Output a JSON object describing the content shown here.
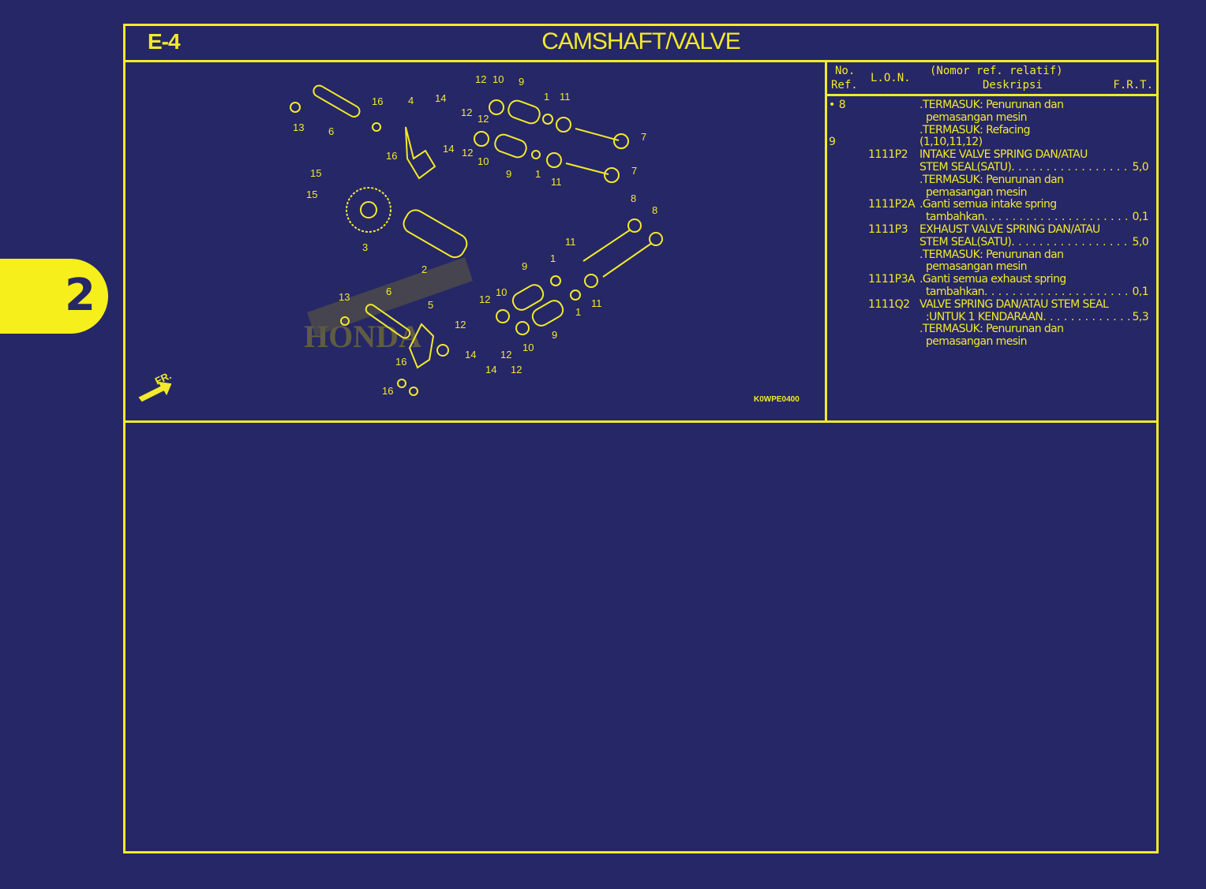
{
  "header": {
    "code": "E-4",
    "title": "CAMSHAFT/VALVE"
  },
  "side_tab": {
    "label": "2"
  },
  "table": {
    "headers": {
      "ref_line1": "No.",
      "ref_line2": "Ref.",
      "lon": "L.O.N.",
      "desc_line1": "(Nomor ref. relatif)",
      "desc_line2": "Deskripsi",
      "frt": "F.R.T."
    },
    "rows": [
      {
        "ref": "• 8",
        "lon": "",
        "desc": ".TERMASUK: Penurunan dan",
        "frt": ""
      },
      {
        "ref": "",
        "lon": "",
        "desc": "pemasangan mesin",
        "frt": "",
        "indent": true
      },
      {
        "ref": "",
        "lon": "",
        "desc": ".TERMASUK: Refacing",
        "frt": ""
      },
      {
        "ref": "9",
        "lon": "",
        "desc": "(1,10,11,12)",
        "frt": ""
      },
      {
        "ref": "",
        "lon": "1111P2",
        "desc": "INTAKE VALVE SPRING DAN/ATAU",
        "frt": ""
      },
      {
        "ref": "",
        "lon": "",
        "desc": "STEM SEAL(SATU)",
        "frt": "5,0"
      },
      {
        "ref": "",
        "lon": "",
        "desc": ".TERMASUK: Penurunan dan",
        "frt": ""
      },
      {
        "ref": "",
        "lon": "",
        "desc": "pemasangan mesin",
        "frt": "",
        "indent": true
      },
      {
        "ref": "",
        "lon": "1111P2A",
        "desc": ".Ganti semua intake spring",
        "frt": ""
      },
      {
        "ref": "",
        "lon": "",
        "desc": "tambahkan",
        "frt": "0,1",
        "indent": true
      },
      {
        "ref": "",
        "lon": "1111P3",
        "desc": "EXHAUST VALVE SPRING DAN/ATAU",
        "frt": ""
      },
      {
        "ref": "",
        "lon": "",
        "desc": "STEM SEAL(SATU)",
        "frt": "5,0"
      },
      {
        "ref": "",
        "lon": "",
        "desc": ".TERMASUK: Penurunan dan",
        "frt": ""
      },
      {
        "ref": "",
        "lon": "",
        "desc": "pemasangan mesin",
        "frt": "",
        "indent": true
      },
      {
        "ref": "",
        "lon": "1111P3A",
        "desc": ".Ganti semua exhaust spring",
        "frt": ""
      },
      {
        "ref": "",
        "lon": "",
        "desc": "tambahkan",
        "frt": "0,1",
        "indent": true
      },
      {
        "ref": "",
        "lon": "1111Q2",
        "desc": "VALVE SPRING DAN/ATAU STEM SEAL",
        "frt": ""
      },
      {
        "ref": "",
        "lon": "",
        "desc": ":UNTUK 1 KENDARAAN",
        "frt": "5,3",
        "indent": true
      },
      {
        "ref": "",
        "lon": "",
        "desc": ".TERMASUK: Penurunan dan",
        "frt": ""
      },
      {
        "ref": "",
        "lon": "",
        "desc": "pemasangan mesin",
        "frt": "",
        "indent": true
      }
    ]
  },
  "diagram": {
    "callouts": [
      "13",
      "6",
      "16",
      "4",
      "16",
      "14",
      "12",
      "10",
      "9",
      "12",
      "12",
      "1",
      "11",
      "7",
      "14",
      "12",
      "10",
      "9",
      "1",
      "11",
      "7",
      "15",
      "15",
      "3",
      "2",
      "8",
      "8",
      "11",
      "1",
      "9",
      "10",
      "12",
      "13",
      "6",
      "5",
      "11",
      "1",
      "12",
      "14",
      "9",
      "10",
      "12",
      "14",
      "12",
      "16",
      "16"
    ],
    "front_label": "FR.",
    "drawing_code": "K0WPE0400",
    "watermark": "HONDA",
    "colors": {
      "background": "#262766",
      "line": "#f2ea2a"
    }
  }
}
